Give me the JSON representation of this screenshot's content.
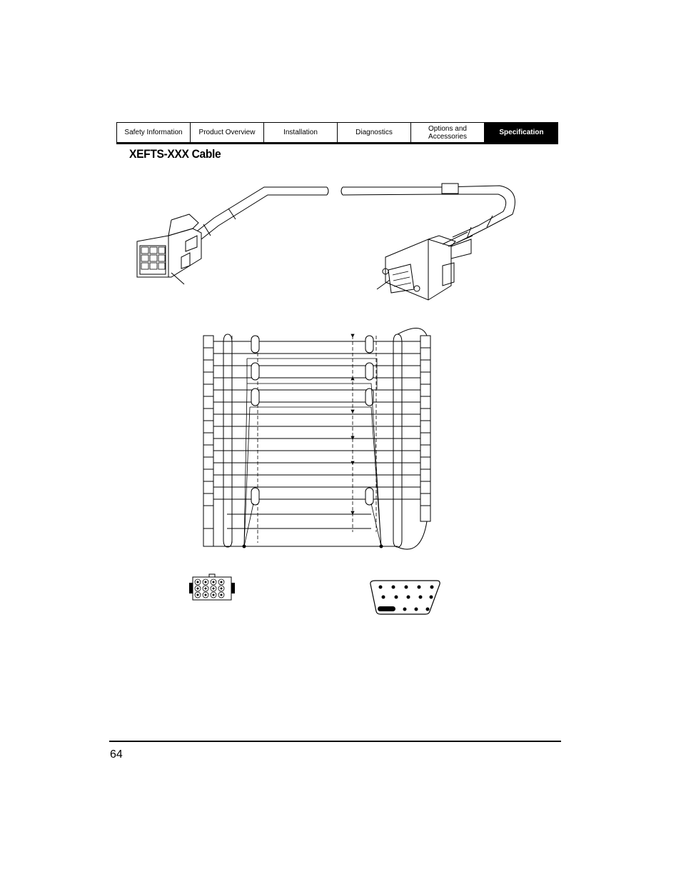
{
  "nav": {
    "tabs": [
      {
        "label": "Safety Information",
        "active": false
      },
      {
        "label": "Product Overview",
        "active": false
      },
      {
        "label": "Installation",
        "active": false
      },
      {
        "label": "Diagnostics",
        "active": false
      },
      {
        "label": "Options and Accessories",
        "active": false
      },
      {
        "label": "Specification",
        "active": true
      }
    ]
  },
  "page": {
    "title": "XEFTS-XXX Cable",
    "number": "64"
  }
}
